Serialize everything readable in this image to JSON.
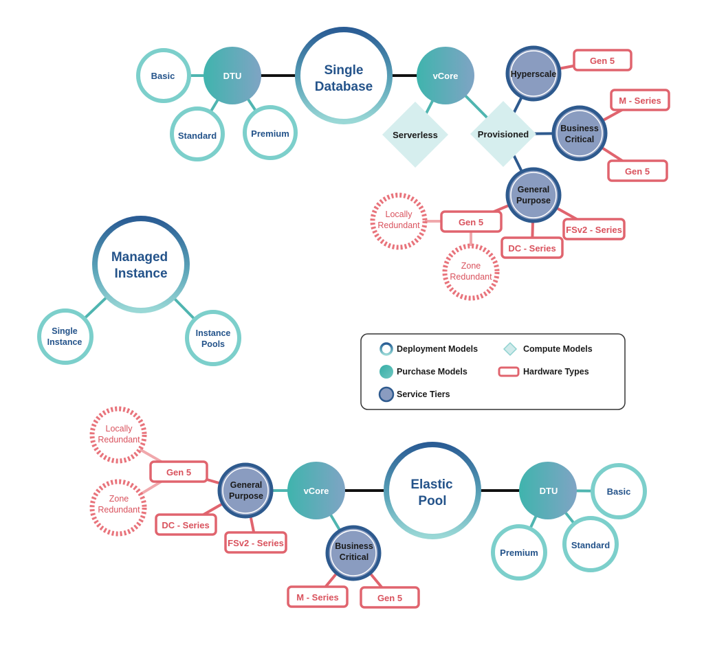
{
  "colors": {
    "deployment_ring_top": "#2a5c94",
    "deployment_ring_bottom": "#8ed3d3",
    "purchase_fill": "#3db3ad",
    "tier_fill": "#8a9cc0",
    "tier_stroke": "#2e5a8e",
    "compute_fill": "#d6eeee",
    "hardware_stroke": "#e0646e",
    "hardware_text": "#d9525d",
    "light_ring": "#7ccfcb",
    "connector_dark": "#111111",
    "connector_teal": "#4fb5b0",
    "connector_navy": "#2e5a8e",
    "text_navy": "#24538a"
  },
  "single_database": {
    "title_line1": "Single",
    "title_line2": "Database",
    "dtu": {
      "label": "DTU",
      "basic": "Basic",
      "standard": "Standard",
      "premium": "Premium"
    },
    "vcore": {
      "label": "vCore",
      "serverless": "Serverless",
      "provisioned": "Provisioned",
      "hyperscale": {
        "label": "Hyperscale",
        "hw": [
          "Gen 5"
        ]
      },
      "business_critical": {
        "line1": "Business",
        "line2": "Critical",
        "hw": [
          "M - Series",
          "Gen 5"
        ]
      },
      "general_purpose": {
        "line1": "General",
        "line2": "Purpose",
        "hw": [
          "Gen 5",
          "DC - Series",
          "FSv2 - Series"
        ],
        "redundancy": {
          "locally": {
            "line1": "Locally",
            "line2": "Redundant"
          },
          "zone": {
            "line1": "Zone",
            "line2": "Redundant"
          }
        }
      }
    }
  },
  "managed_instance": {
    "title_line1": "Managed",
    "title_line2": "Instance",
    "single": {
      "line1": "Single",
      "line2": "Instance"
    },
    "pools": {
      "line1": "Instance",
      "line2": "Pools"
    }
  },
  "legend": {
    "deployment": "Deployment Models",
    "compute": "Compute Models",
    "purchase": "Purchase Models",
    "hardware": "Hardware Types",
    "tiers": "Service Tiers"
  },
  "elastic_pool": {
    "title_line1": "Elastic",
    "title_line2": "Pool",
    "vcore": {
      "label": "vCore",
      "general_purpose": {
        "line1": "General",
        "line2": "Purpose",
        "hw": [
          "Gen 5",
          "DC - Series",
          "FSv2 - Series"
        ],
        "redundancy": {
          "locally": {
            "line1": "Locally",
            "line2": "Redundant"
          },
          "zone": {
            "line1": "Zone",
            "line2": "Redundant"
          }
        }
      },
      "business_critical": {
        "line1": "Business",
        "line2": "Critical",
        "hw": [
          "M - Series",
          "Gen 5"
        ]
      }
    },
    "dtu": {
      "label": "DTU",
      "basic": "Basic",
      "standard": "Standard",
      "premium": "Premium"
    }
  }
}
